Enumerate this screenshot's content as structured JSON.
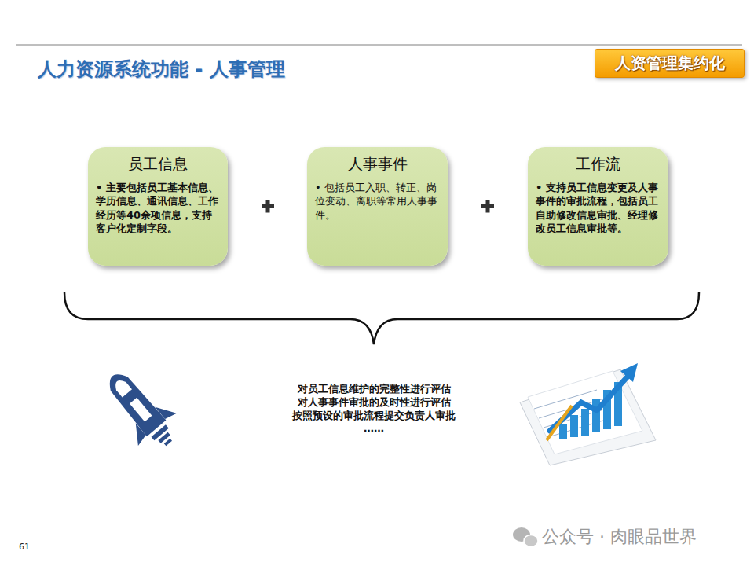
{
  "diagram": {
    "title": "人力资源系统功能 - 人事管理",
    "nodes": [
      {
        "text": [
          "人资管理集约化"
        ]
      },
      {
        "text": [
          "员工信息",
          "• 主要包括员工基本信息、学历信息、通讯信息、工作经历等40余项信息，支持客户化定制字段。"
        ]
      },
      {
        "text": [
          "人事事件",
          "• 包括员工入职、转正、岗位变动、离职等常用人事事件。"
        ]
      },
      {
        "text": [
          "工作流",
          "• 支持员工信息变更及人事事件的审批流程，包括员工自助修改信息审批、经理修改员工信息审批等。"
        ]
      }
    ],
    "labels": [
      "对员工信息维护的完整性进行评估",
      "对人事事件审批的及时性进行评估",
      "按照预设的审批流程提交负责人审批",
      "……",
      "61",
      "公众号 · 肉眼品世界"
    ]
  }
}
